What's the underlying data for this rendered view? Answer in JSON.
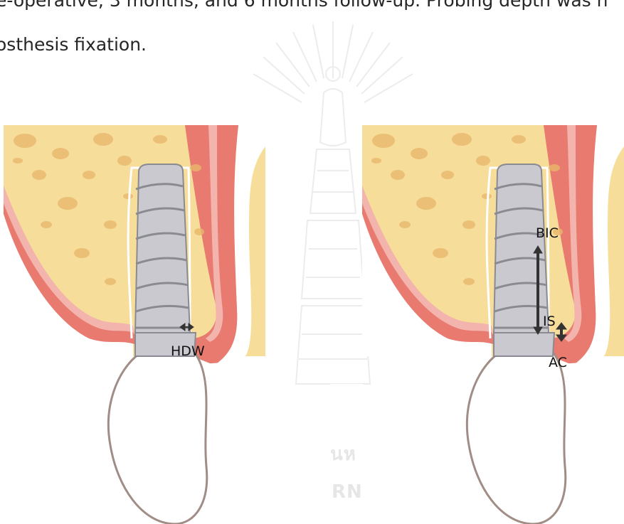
{
  "document": {
    "text_lines": [
      "e-operative, 3 months, and 6 months follow-up. Probing depth was n",
      "osthesis fixation."
    ]
  },
  "watermark": {
    "text_1": "นห",
    "text_2": "RN"
  },
  "figures": {
    "left": {
      "labels": {
        "hdw": "HDW"
      }
    },
    "right": {
      "labels": {
        "bic": "BIC",
        "is": "IS",
        "ac": "AC"
      }
    }
  },
  "colors": {
    "bone": "#f6de9a",
    "bone_pores": "#e9b86c",
    "gingiva_outer": "#e87a70",
    "gingiva_inner": "#f2b4ac",
    "implant": "#c9c9cf",
    "implant_stroke": "#8a8a92",
    "tooth_outline": "#a08d86",
    "arrow": "#333333"
  }
}
